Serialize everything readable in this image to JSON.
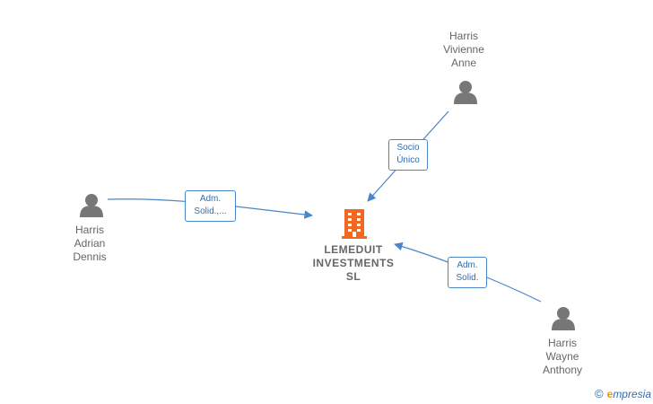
{
  "company": {
    "name_lines": [
      "LEMEDUIT",
      "INVESTMENTS",
      "SL"
    ],
    "icon": "building-icon",
    "color": "#f26722"
  },
  "persons": [
    {
      "id": "vivienne",
      "name_lines": [
        "Harris",
        "Vivienne",
        "Anne"
      ],
      "icon": "person-icon"
    },
    {
      "id": "adrian",
      "name_lines": [
        "Harris",
        "Adrian",
        "Dennis"
      ],
      "icon": "person-icon"
    },
    {
      "id": "wayne",
      "name_lines": [
        "Harris",
        "Wayne",
        "Anthony"
      ],
      "icon": "person-icon"
    }
  ],
  "edges": [
    {
      "from": "vivienne",
      "label_lines": [
        "Socio",
        "Único"
      ]
    },
    {
      "from": "adrian",
      "label_lines": [
        "Adm.",
        "Solid.,..."
      ]
    },
    {
      "from": "wayne",
      "label_lines": [
        "Adm.",
        "Solid."
      ]
    }
  ],
  "footer": {
    "copyright_symbol": "©",
    "brand_initial": "e",
    "brand_rest": "mpresia"
  },
  "colors": {
    "edge": "#4a86c8",
    "person": "#777777",
    "text": "#666666"
  }
}
